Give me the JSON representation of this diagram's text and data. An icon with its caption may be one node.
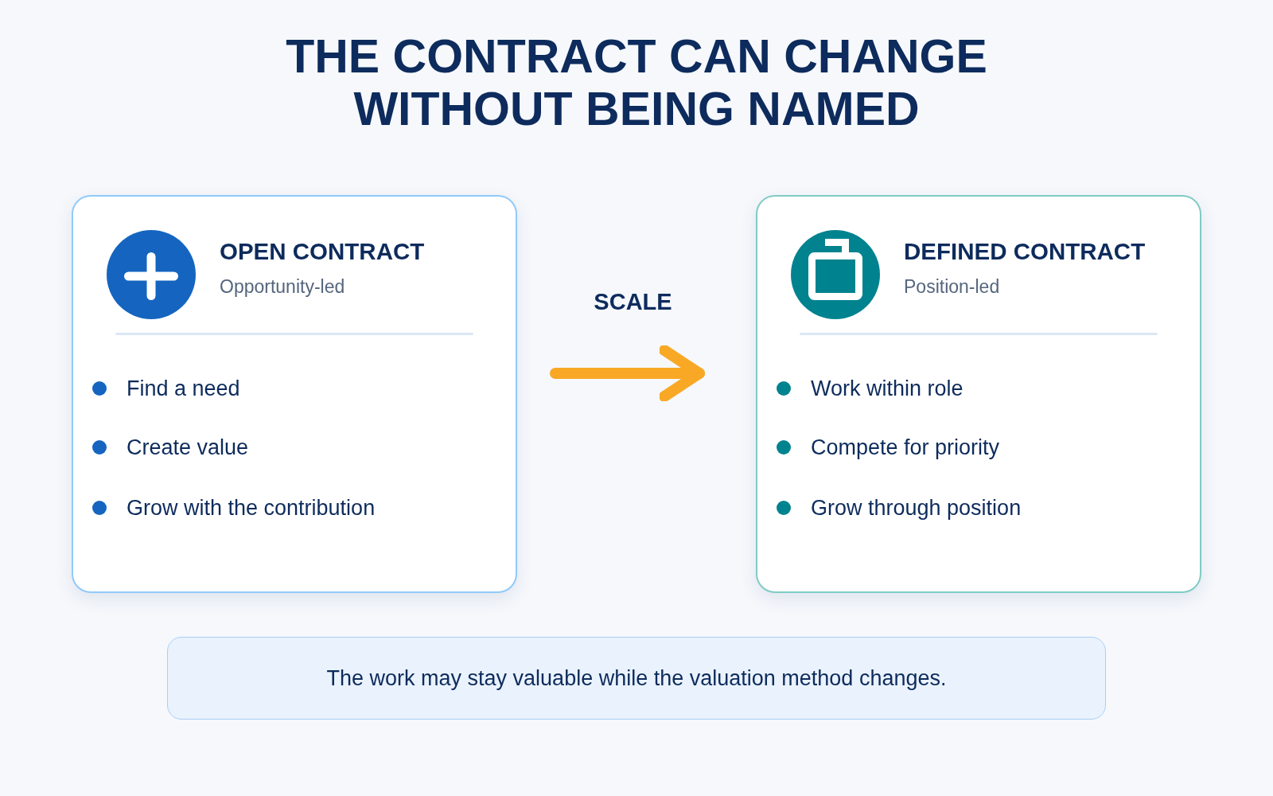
{
  "diagram": {
    "title": "THE CONTRACT CAN CHANGE WITHOUT BEING NAMED",
    "nodes": [
      {
        "text": [
          "OPEN CONTRACT",
          "Opportunity-led",
          "Find a need",
          "Create value",
          "Grow with the contribution"
        ]
      },
      {
        "text": [
          "DEFINED CONTRACT",
          "Position-led",
          "Work within role",
          "Compete for priority",
          "Grow through position"
        ]
      },
      {
        "text": [
          "The work may stay valuable while the valuation method changes."
        ]
      }
    ],
    "edges": [
      {
        "from": 0,
        "to": 1,
        "arrow": "to",
        "label": "SCALE",
        "color": "#f9a825"
      }
    ]
  }
}
